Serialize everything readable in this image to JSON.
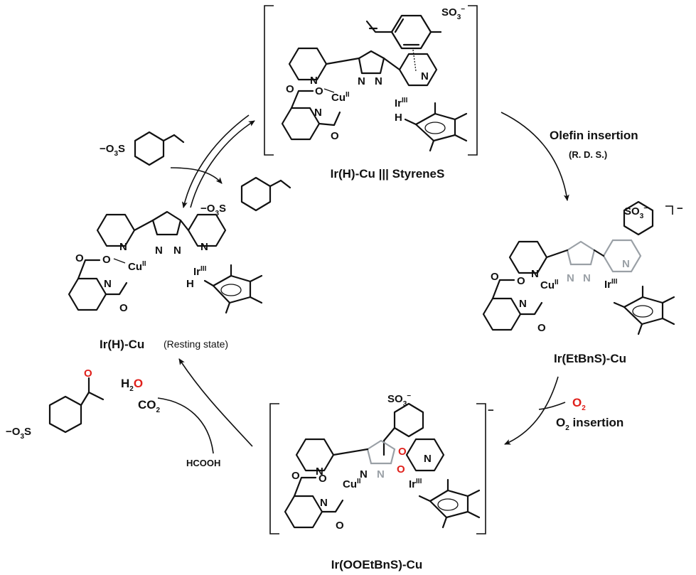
{
  "species": {
    "top": {
      "name": "Ir(H)-Cu ||| StyreneS"
    },
    "left": {
      "name": "Ir(H)-Cu",
      "note": "(Resting state)"
    },
    "right": {
      "name": "Ir(EtBnS)-Cu"
    },
    "bottom": {
      "name": "Ir(OOEtBnS)-Cu"
    }
  },
  "steps": {
    "olefin": {
      "title": "Olefin insertion",
      "sub": "(R. D. S.)"
    },
    "o2": {
      "reagent": "O",
      "reagent_sub": "2",
      "title_main": "O",
      "title_sub": "2",
      "title_rest": " insertion"
    },
    "release": {
      "reagent": "HCOOH",
      "h2o_h": "H",
      "h2o_sub": "2",
      "h2o_o": "O",
      "co2_c": "CO",
      "co2_sub": "2"
    }
  },
  "atoms": {
    "N": "N",
    "O": "O",
    "H": "H",
    "Cu": "Cu",
    "Ir": "Ir",
    "cu_ox": "II",
    "ir_ox": "III",
    "so3": "SO",
    "so3_sub": "3",
    "minus": "−",
    "o3s_pre": "−O",
    "o3s_sub": "3",
    "o3s_post": "S"
  },
  "colors": {
    "oxygen_highlight": "#e0201b",
    "faded_ring": "#9aa0a6"
  }
}
